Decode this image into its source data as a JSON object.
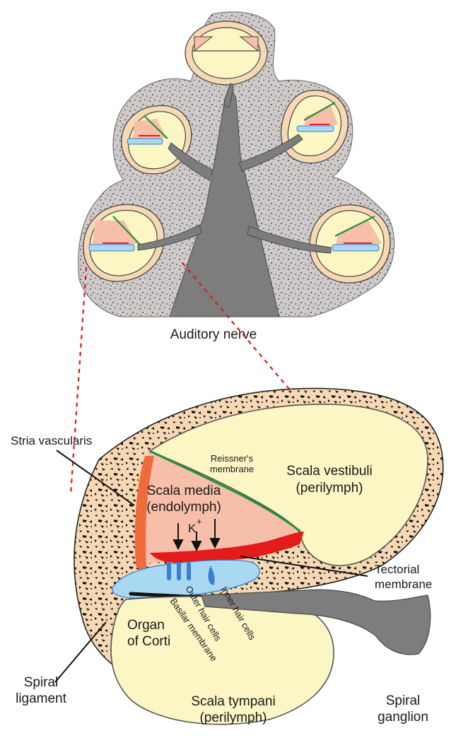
{
  "labels": {
    "auditory_nerve": "Auditory nerve",
    "stria_vascularis": "Stria vascularis",
    "reissners_line1": "Reissner's",
    "reissners_line2": "membrane",
    "scala_vestibuli_line1": "Scala vestibuli",
    "scala_vestibuli_line2": "(perilymph)",
    "scala_media_line1": "Scala media",
    "scala_media_line2": "(endolymph)",
    "potassium": "K",
    "potassium_charge": "+",
    "tectorial_line1": "Tectorial",
    "tectorial_line2": "membrane",
    "organ_line1": "Organ",
    "organ_line2": "of Corti",
    "basilar": "Basilar membrane",
    "outer_hair": "Outer hair cells",
    "inner_hair": "Inner hair cells",
    "spiral_ligament_line1": "Spiral",
    "spiral_ligament_line2": "ligament",
    "scala_tympani_line1": "Scala tympani",
    "scala_tympani_line2": "(perilymph)",
    "spiral_ganglion_line1": "Spiral",
    "spiral_ganglion_line2": "ganglion"
  },
  "colors": {
    "bone": "#f6d8b4",
    "perilymph": "#fbf6c4",
    "endolymph": "#f7bfaa",
    "stria": "#ef6b3c",
    "reissner": "#23913a",
    "tectorial": "#e31b1b",
    "organ": "#a9d8f2",
    "hair_cell": "#3c7fd0",
    "modiolus": "#cfcaca",
    "nerve": "#7d7d7d",
    "guide_line": "#e01818"
  }
}
